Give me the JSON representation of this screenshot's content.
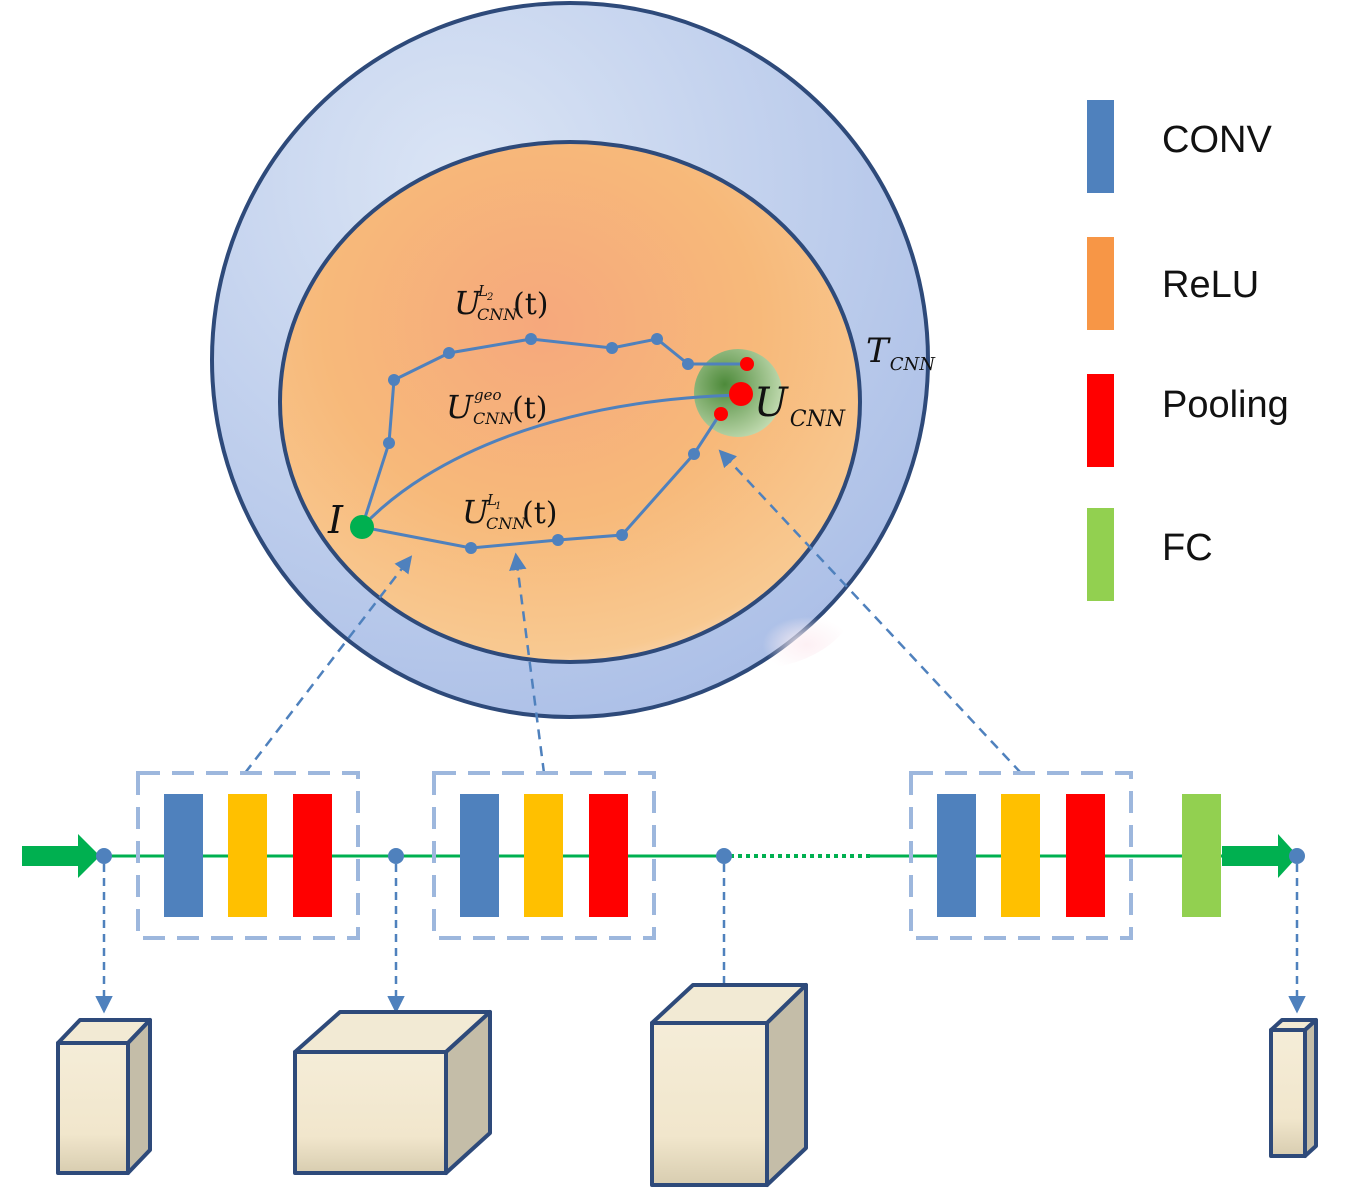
{
  "legend": [
    {
      "label": "CONV",
      "color": "#4f81bd"
    },
    {
      "label": "ReLU",
      "color": "#f79646"
    },
    {
      "label": "Pooling",
      "color": "#ff0000"
    },
    {
      "label": "FC",
      "color": "#92d050"
    }
  ],
  "labels": {
    "outer_set": {
      "base": "T",
      "sub": "CNN"
    },
    "target": {
      "base": "U",
      "sub": "CNN"
    },
    "start": {
      "base": "I"
    },
    "path_top": {
      "base": "U",
      "sub": "CNN",
      "sup": "L",
      "sup_sub": "2",
      "arg": "(t)"
    },
    "path_geo": {
      "base": "U",
      "sub": "CNN",
      "sup": "geo",
      "arg": "(t)"
    },
    "path_bottom": {
      "base": "U",
      "sub": "CNN",
      "sup": "L",
      "sup_sub": "1",
      "arg": "(t)"
    }
  },
  "block_colors": {
    "conv": "#4f81bd",
    "relu": "#ffc000",
    "pooling": "#ff0000",
    "fc": "#92d050",
    "flow": "#00b050",
    "path": "#4f81bd",
    "outer_set": "#b4c7e7",
    "inner_set": "#f4b183",
    "cube": "#f3ead3"
  }
}
